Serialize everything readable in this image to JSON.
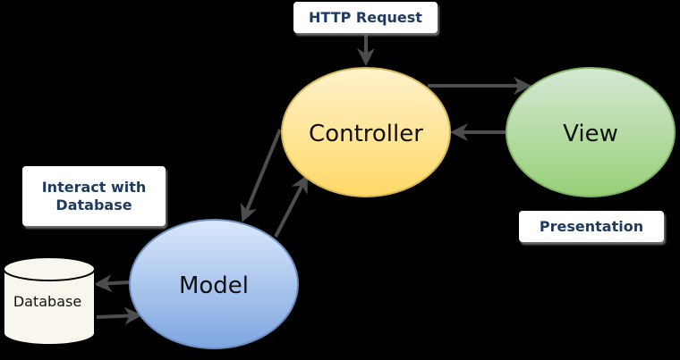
{
  "nodes": {
    "controller": {
      "label": "Controller"
    },
    "view": {
      "label": "View"
    },
    "model": {
      "label": "Model"
    },
    "database": {
      "label": "Database"
    }
  },
  "callouts": {
    "http_request": "HTTP Request",
    "interact_database": "Interact with Database",
    "presentation": "Presentation"
  },
  "colors": {
    "background": "#000000",
    "arrow": "#4d4d4d",
    "controller_fill_top": "#fff2cc",
    "controller_fill_bottom": "#ffd966",
    "controller_stroke": "#d6b656",
    "view_fill_top": "#d5e8d4",
    "view_fill_bottom": "#97d077",
    "view_stroke": "#82b366",
    "model_fill_top": "#dae8fc",
    "model_fill_bottom": "#7ea6e0",
    "model_stroke": "#6c8ebf",
    "database_fill": "#f9f7ed",
    "callout_text": "#1f3a5f"
  }
}
